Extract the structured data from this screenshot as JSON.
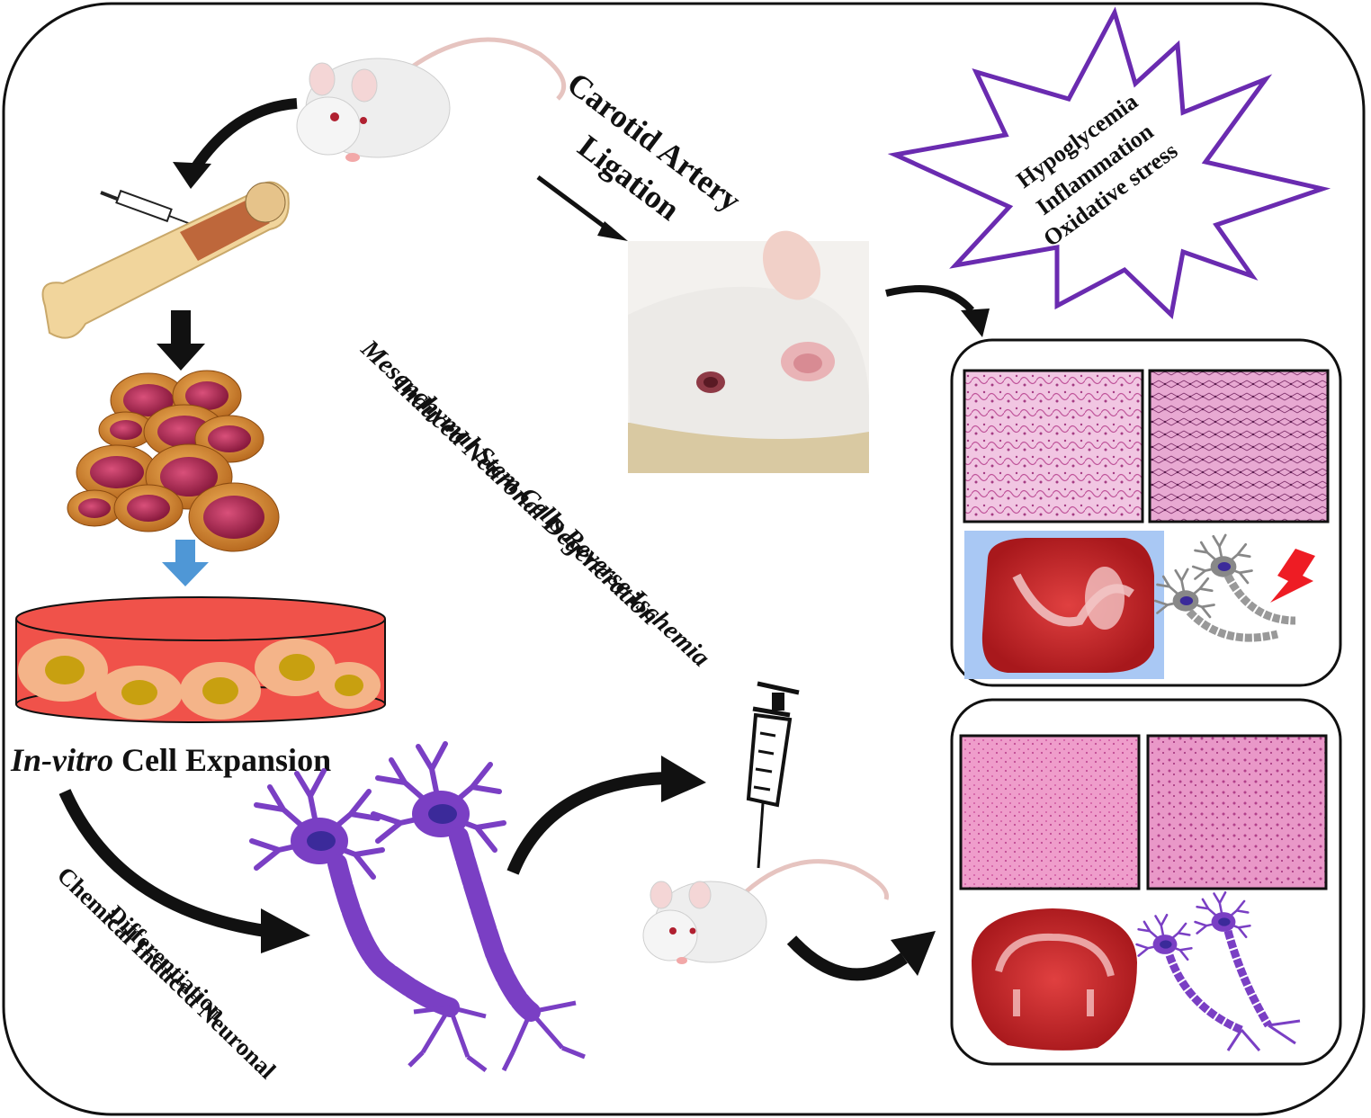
{
  "labels": {
    "carotid_line1": "Carotid Artery",
    "carotid_line2": "Ligation",
    "stress_1": "Hypoglycemia",
    "stress_2": "Inflammation",
    "stress_3": "Oxidative stress",
    "main_line1": "Mesenchymal Stem Cells Reverse Ischemia",
    "main_line2": "Induced Neuronal Degeneration",
    "expansion_italic": "In-vitro",
    "expansion_rest": " Cell Expansion",
    "differentiation_line1": "Chemical Induced Neuronal",
    "differentiation_line2": "Differentiation"
  },
  "colors": {
    "frame": "#111111",
    "starburst": "#6a2bb0",
    "neuron_purple": "#7a3fc4",
    "neuron_body": "#3b2a9a",
    "dish_red": "#f0524a",
    "cell_orange": "#d98a35",
    "cell_nucleus": "#a0234a",
    "arrow_blue": "#4f97d6",
    "histology_pink": "#e7a7cf",
    "brain_red": "#c8262a",
    "lightning_red": "#ee1c24"
  }
}
